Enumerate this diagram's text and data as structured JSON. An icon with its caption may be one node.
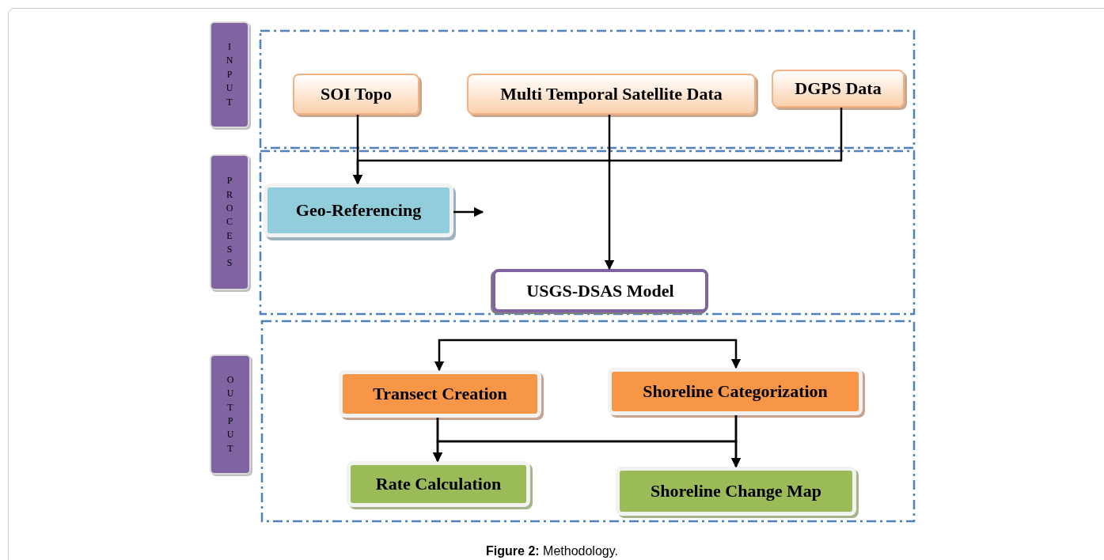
{
  "diagram": {
    "caption": "**Figure 2:** Methodology.",
    "nodes": [
      {
        "text": [
          "INPUT"
        ]
      },
      {
        "text": [],
        "shape": "box"
      },
      {
        "text": [
          "SOI Topo"
        ],
        "in": 1
      },
      {
        "text": [
          "Multi Temporal Satellite Data"
        ],
        "in": 1
      },
      {
        "text": [
          "DGPS Data"
        ],
        "in": 1
      },
      {
        "text": [
          "PROCESS"
        ]
      },
      {
        "text": [],
        "shape": "box"
      },
      {
        "text": [
          "Geo-Referencing"
        ],
        "in": 6
      },
      {
        "text": [
          "USGS-DSAS Model"
        ],
        "in": 6
      },
      {
        "text": [
          "OUTPUT"
        ]
      },
      {
        "text": [],
        "shape": "box"
      },
      {
        "text": [
          "Transect Creation"
        ],
        "in": 10
      },
      {
        "text": [
          "Shoreline Categorization"
        ],
        "in": 10
      },
      {
        "text": [
          "Rate Calculation"
        ],
        "in": 10
      },
      {
        "text": [
          "Shoreline Change Map"
        ],
        "in": 10
      }
    ],
    "edges": [
      {
        "from": 2,
        "to": 7,
        "arrow": "to"
      },
      {
        "from": 4,
        "to": 7,
        "arrow": "to"
      },
      {
        "from": 3,
        "to": 8,
        "arrow": "to"
      },
      {
        "from": 7,
        "to": null,
        "arrow": "to"
      },
      {
        "from": null,
        "to": 11,
        "arrow": "to"
      },
      {
        "from": null,
        "to": 12,
        "arrow": "to"
      },
      {
        "from": 11,
        "to": 13,
        "arrow": "to"
      },
      {
        "from": 11,
        "to": 14,
        "arrow": "to"
      },
      {
        "from": 12,
        "to": 13,
        "arrow": "to"
      },
      {
        "from": 12,
        "to": 14,
        "arrow": "to"
      }
    ]
  }
}
